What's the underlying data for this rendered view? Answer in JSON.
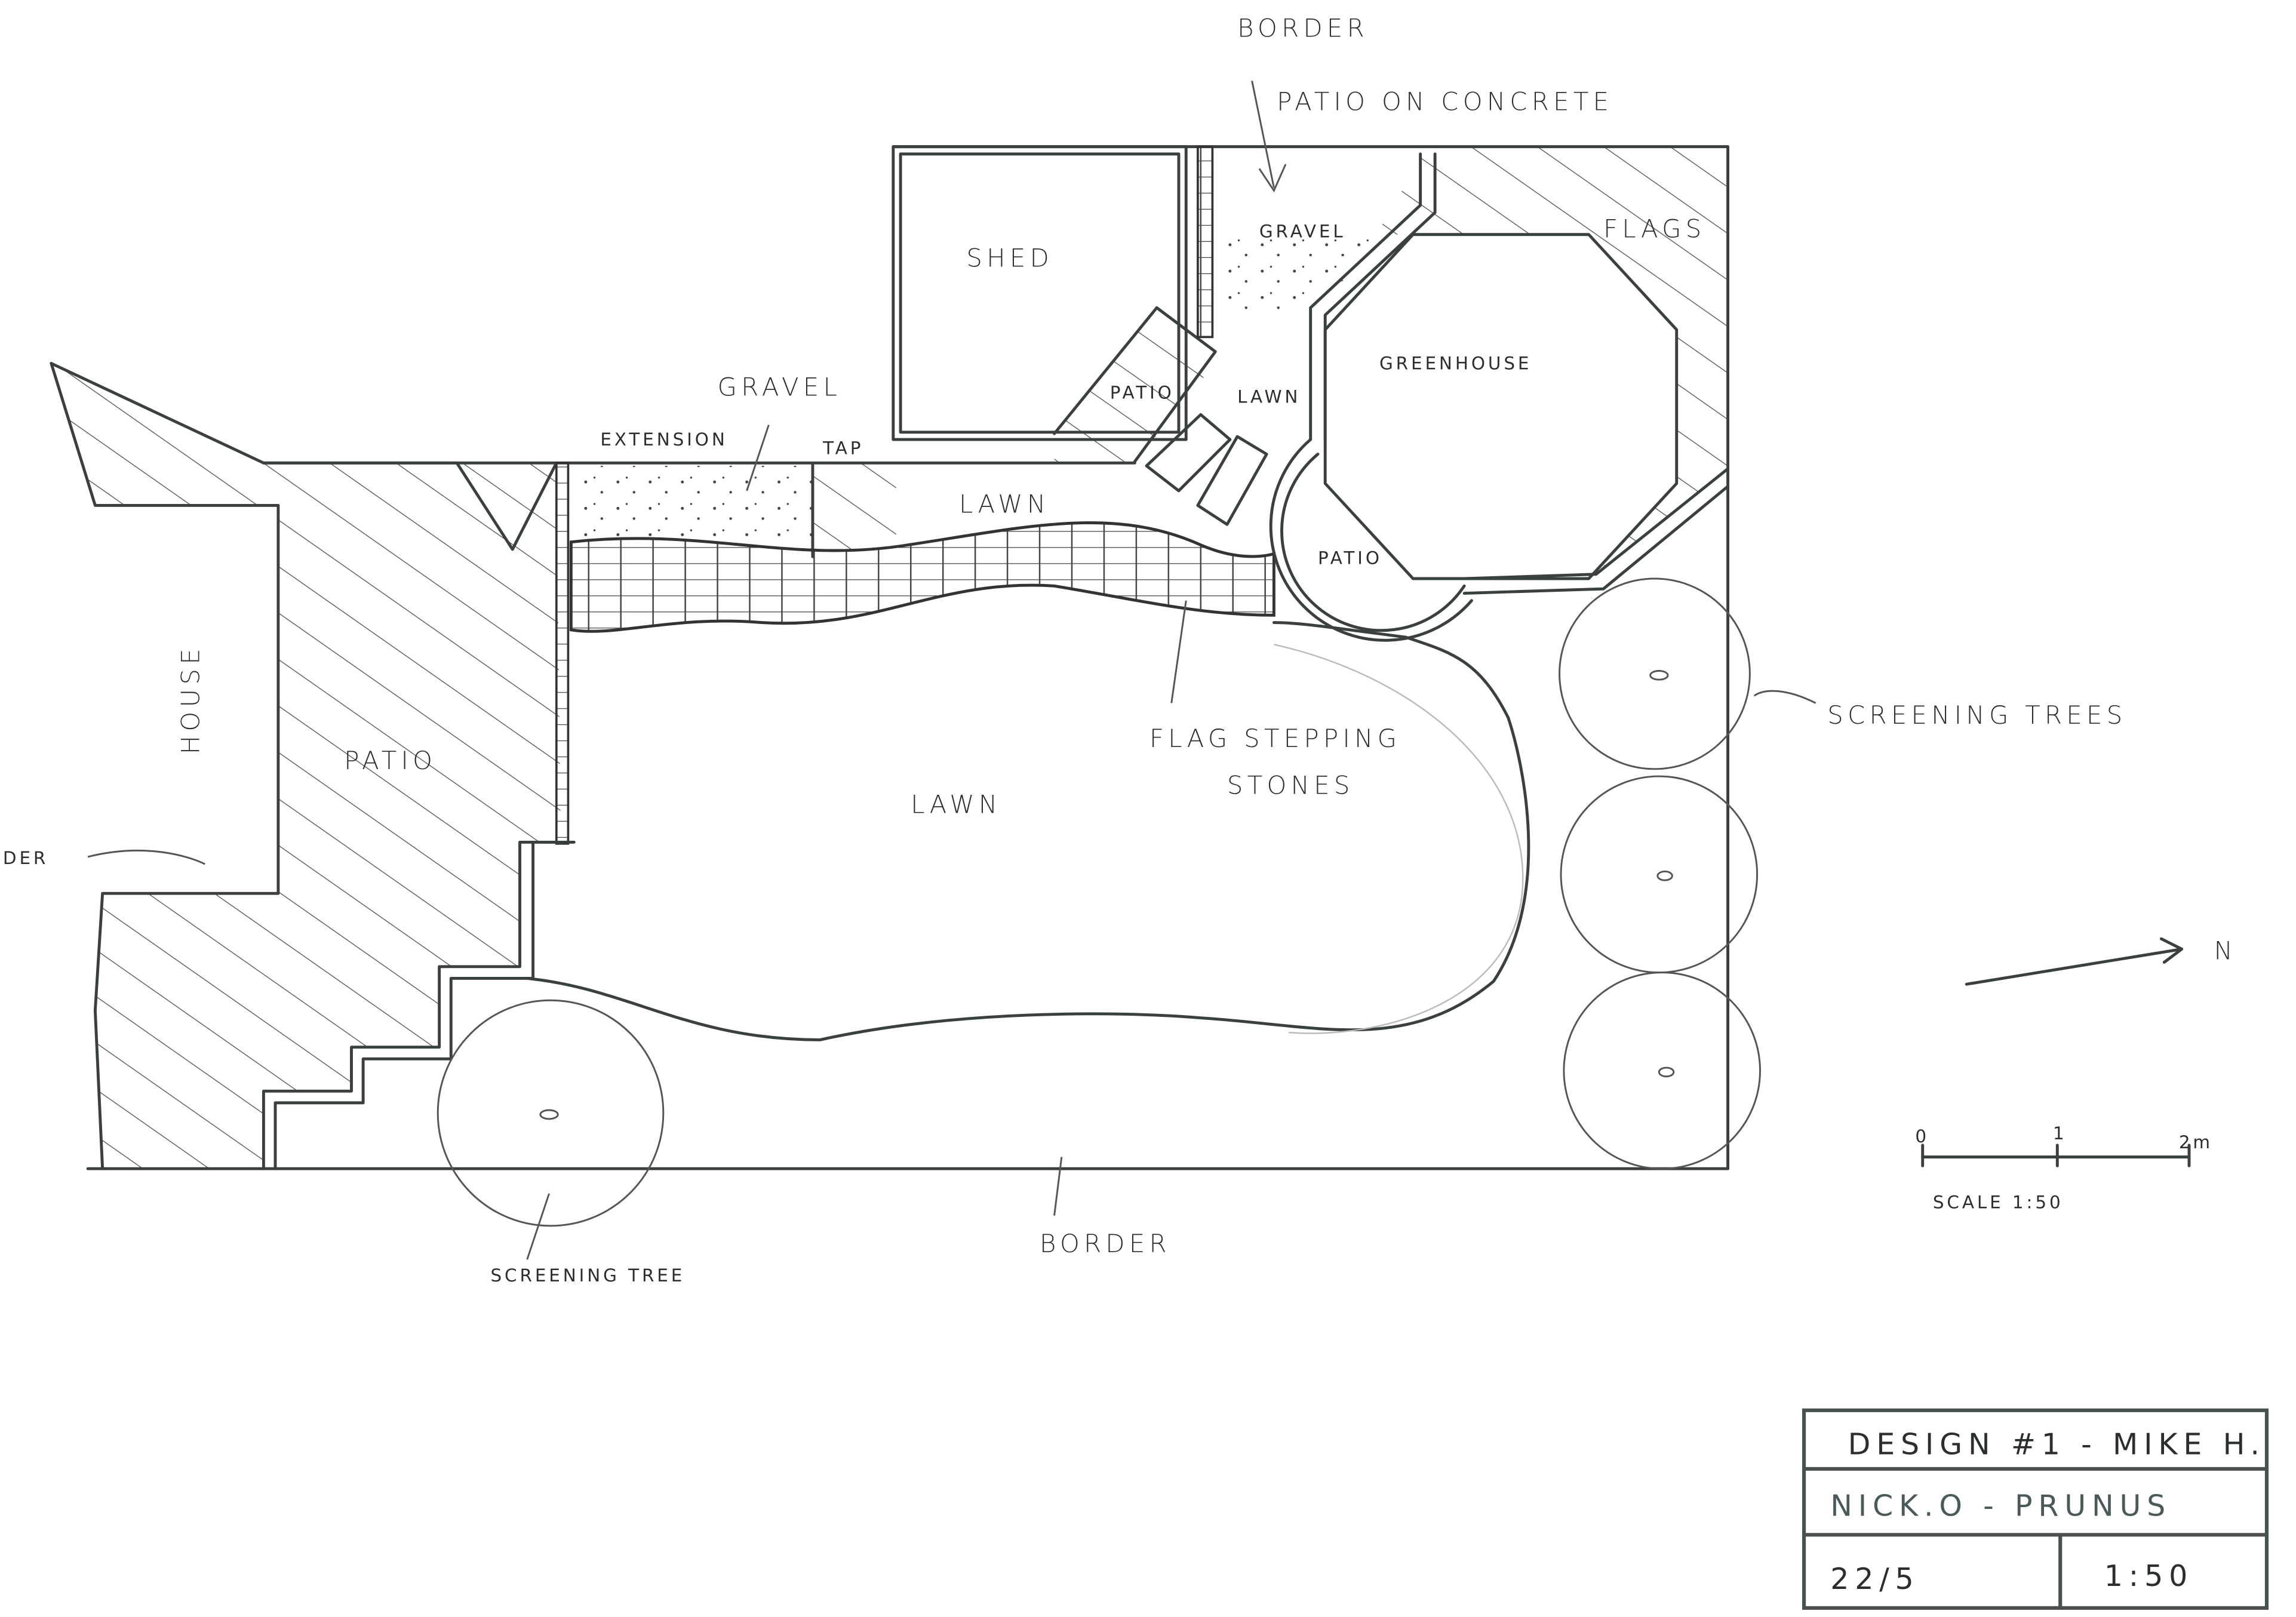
{
  "plan": {
    "labels": {
      "border_top": "BORDER",
      "patio_on_concrete": "PATIO ON CONCRETE",
      "gravel_top": "GRAVEL",
      "flags": "FLAGS",
      "shed": "SHED",
      "greenhouse": "GREENHOUSE",
      "patio_small": "PATIO",
      "lawn_small": "LAWN",
      "gravel_left": "GRAVEL",
      "extension": "EXTENSION",
      "tap": "TAP",
      "lawn_strip": "LAWN",
      "patio_round": "PATIO",
      "house": "HOUSE",
      "patio_main": "PATIO",
      "lawn_main": "LAWN",
      "flag_stepping_1": "FLAG STEPPING",
      "flag_stepping_2": "STONES",
      "screening_trees": "SCREENING TREES",
      "border_left": "DER",
      "screening_tree": "SCREENING TREE",
      "border_bottom": "BORDER",
      "north": "N"
    },
    "scale_bar": {
      "ticks": [
        "0",
        "1",
        "2m"
      ],
      "label": "SCALE 1:50"
    }
  },
  "title_block": {
    "title": "DESIGN #1 - MIKE H.",
    "client": "NICK.O - PRUNUS",
    "date": "22/5",
    "scale": "1:50"
  }
}
